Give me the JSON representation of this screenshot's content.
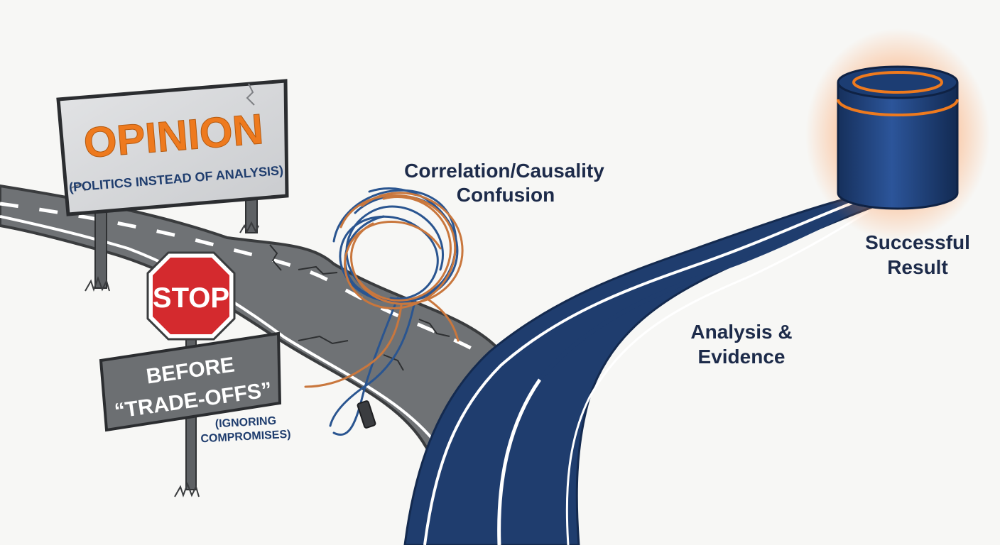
{
  "signs": {
    "billboard": {
      "title": "OPINION",
      "subtitle": "(POLITICS INSTEAD OF ANALYSIS)"
    },
    "stop": {
      "label": "STOP"
    },
    "panel": {
      "line1": "BEFORE",
      "line2": "“TRADE-OFFS”"
    },
    "note": {
      "line1": "(IGNORING",
      "line2": "COMPROMISES)"
    }
  },
  "labels": {
    "tangle": {
      "line1": "Correlation/Causality",
      "line2": "Confusion"
    },
    "path": {
      "line1": "Analysis &",
      "line2": "Evidence"
    },
    "goal": {
      "line1": "Successful",
      "line2": "Result"
    }
  },
  "colors": {
    "background": "#f7f7f5",
    "gray_road": "#6f7275",
    "blue_road": "#1f3d6e",
    "navy_text": "#1d2b4a",
    "opinion_orange": "#ee7a1e",
    "stop_red": "#d42a2e",
    "glow_orange": "#ff8a3c",
    "wire_orange": "#c9773d",
    "wire_blue": "#2a5590"
  },
  "icons": {
    "tangle": "tangled-wires-icon",
    "goal": "glowing-cylinder-icon",
    "stop": "stop-sign-icon"
  }
}
